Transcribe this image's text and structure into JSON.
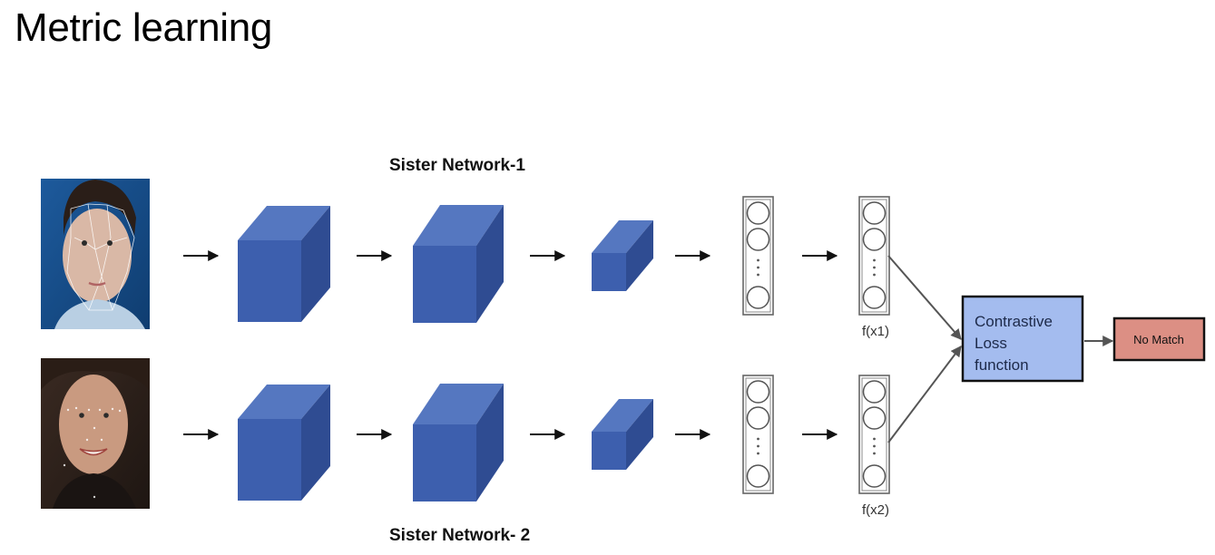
{
  "slide": {
    "title": "Metric learning"
  },
  "networks": {
    "top_label": "Sister Network-1",
    "bottom_label": "Sister Network- 2",
    "top_output_label": "f(x1)",
    "bottom_output_label": "f(x2)"
  },
  "inputs": {
    "top_face": "male-face-with-landmarks",
    "bottom_face": "female-face-with-landmarks"
  },
  "loss": {
    "line1": "Contrastive",
    "line2": "Loss",
    "line3": "function"
  },
  "result": {
    "label": "No Match"
  },
  "colors": {
    "cube_front": "#3d5fae",
    "cube_top": "#5577c0",
    "cube_side": "#2f4c92",
    "loss_fill": "#a4bcef",
    "result_fill": "#dc8f84",
    "photo_bg_top": "#1a4f8c"
  }
}
